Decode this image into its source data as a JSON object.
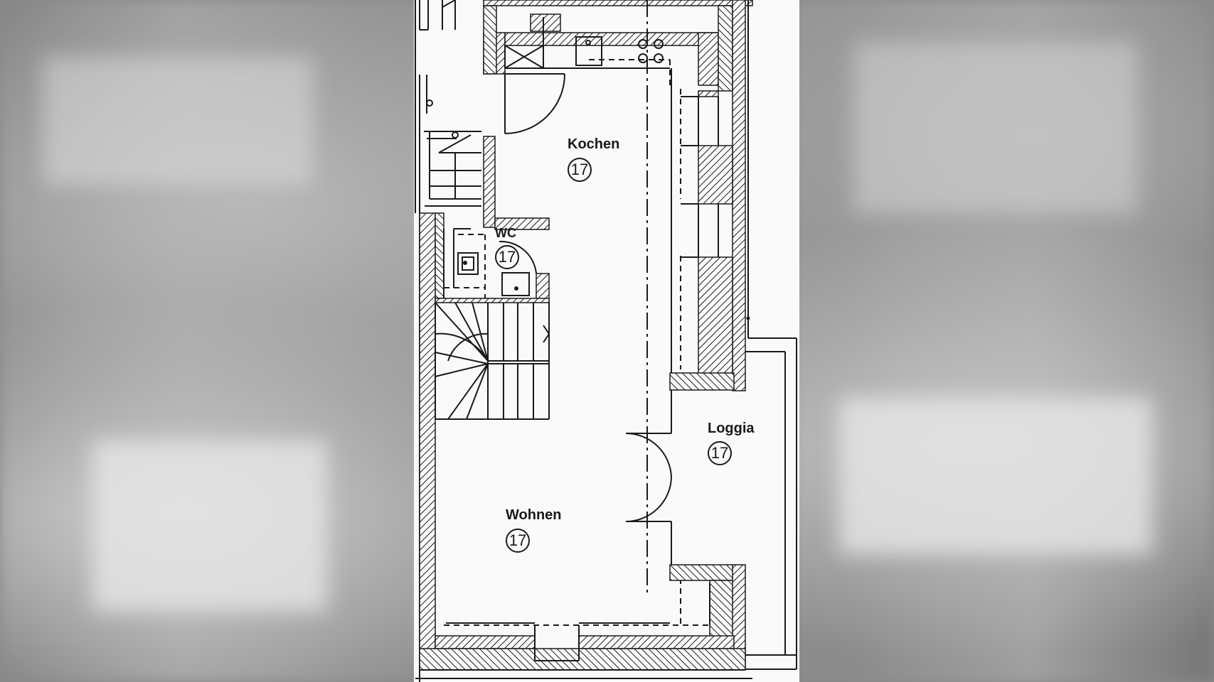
{
  "rooms": {
    "kochen": {
      "label": "Kochen",
      "number": "17"
    },
    "wc": {
      "label": "WC",
      "number": "17"
    },
    "loggia": {
      "label": "Loggia",
      "number": "17"
    },
    "wohnen": {
      "label": "Wohnen",
      "number": "17"
    }
  },
  "colors": {
    "line": "#1a1a1a",
    "paper": "#fafafa",
    "background": "#8a8a8a"
  }
}
